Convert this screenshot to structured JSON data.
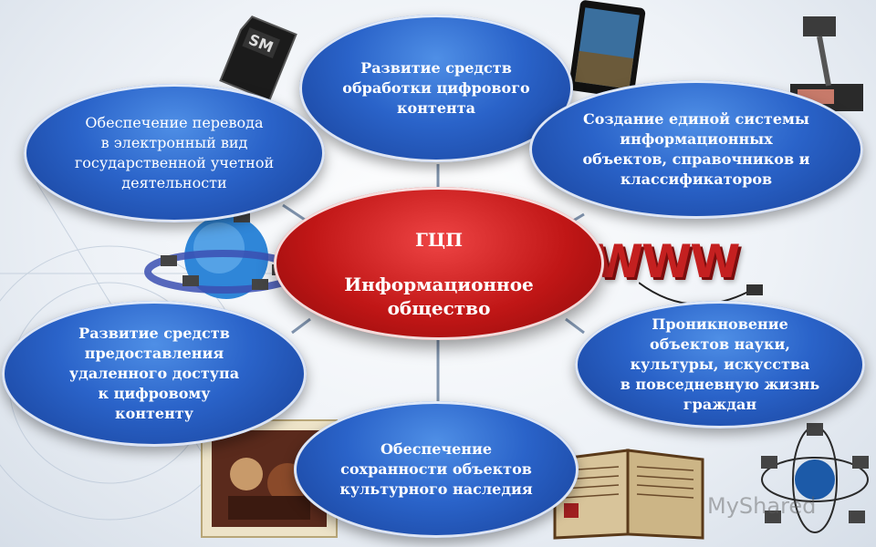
{
  "center": {
    "title": "ГЦП",
    "subtitle": "Информационное\nобщество"
  },
  "nodes": [
    {
      "id": "top",
      "text": "Развитие средств\nобработки цифрового\nконтента"
    },
    {
      "id": "top-left",
      "text": "Обеспечение перевода\nв электронный вид\nгосударственной учетной\nдеятельности"
    },
    {
      "id": "top-right",
      "text": "Создание единой системы\nинформационных\nобъектов, справочников и\nклассификаторов"
    },
    {
      "id": "mid-left",
      "text": "Развитие средств\nпредоставления\nудаленного доступа\nк цифровому\nконтенту"
    },
    {
      "id": "mid-right",
      "text": "Проникновение\nобъектов науки,\nкультуры, искусства\nв повседневную жизнь\nграждан"
    },
    {
      "id": "bottom",
      "text": "Обеспечение\nсохранности объектов\nкультурного наследия"
    }
  ],
  "decor": {
    "www_text": "WWW",
    "memory_card_text": "SM",
    "watermark": "MyShared"
  },
  "colors": {
    "node_fill": "#2a63c9",
    "center_fill": "#c01616",
    "text": "#ffffff"
  }
}
